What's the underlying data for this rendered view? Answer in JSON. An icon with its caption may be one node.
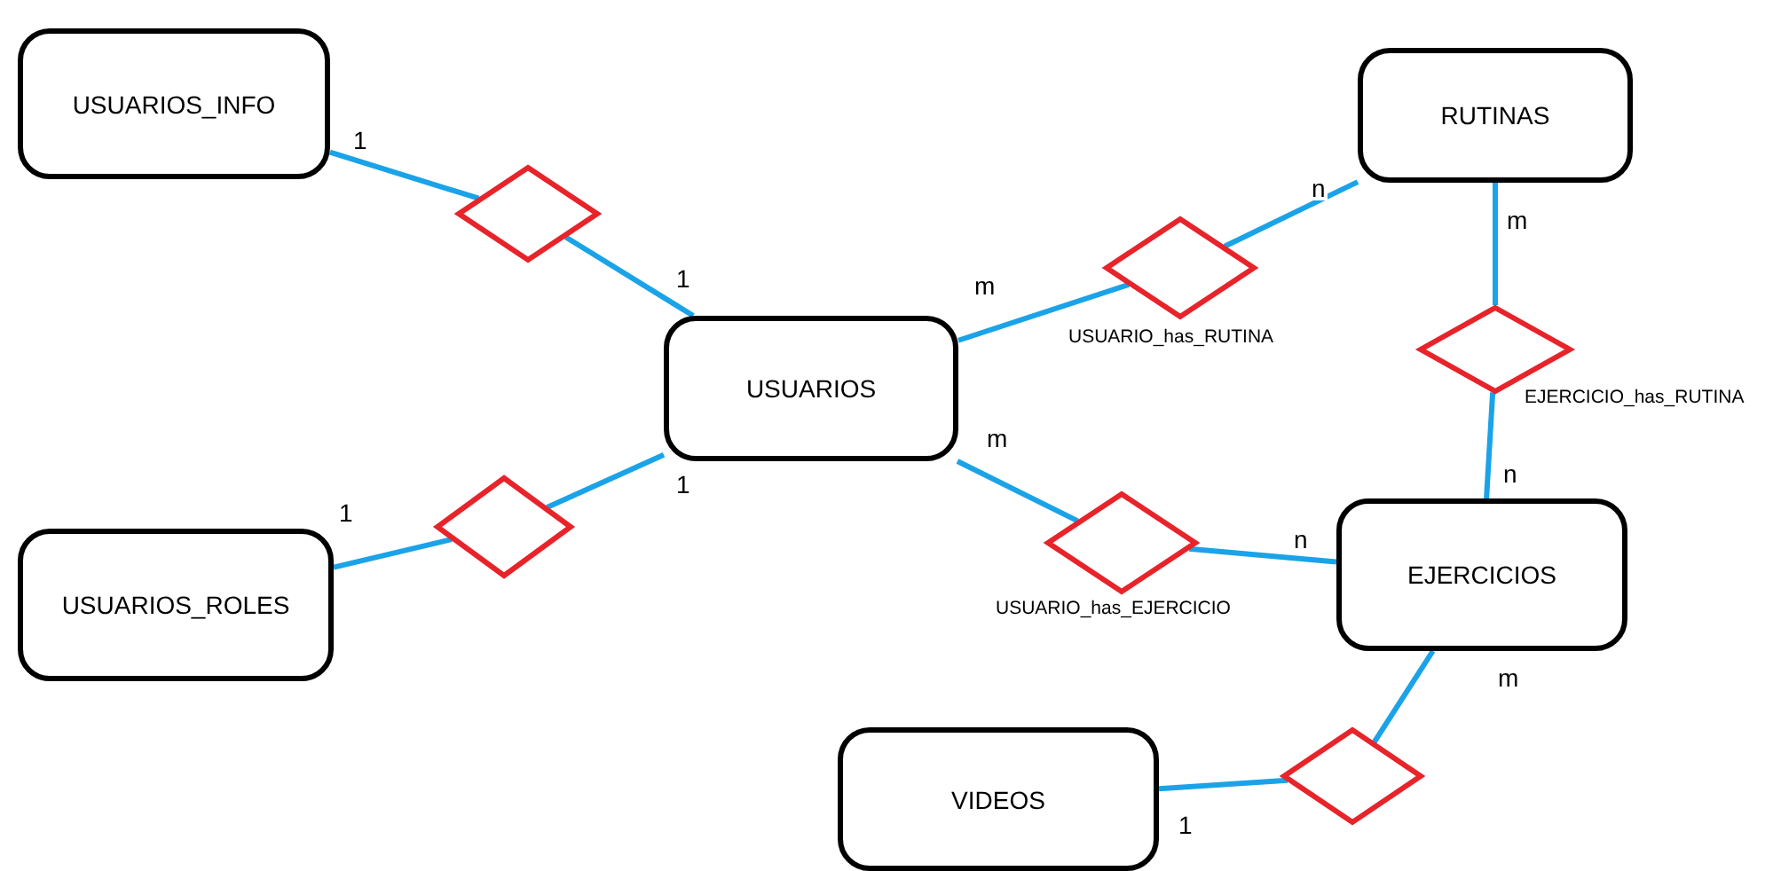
{
  "diagram": {
    "nodes": [
      {
        "text": [
          "USUARIOS_INFO"
        ]
      },
      {
        "text": [
          "USUARIOS_ROLES"
        ]
      },
      {
        "text": [
          "USUARIOS"
        ]
      },
      {
        "text": [
          "RUTINAS"
        ]
      },
      {
        "text": [
          "EJERCICIOS"
        ]
      },
      {
        "text": [
          "VIDEOS"
        ]
      },
      {
        "text": [],
        "shape": "diamond"
      },
      {
        "text": [],
        "shape": "diamond"
      },
      {
        "text": [
          "USUARIO_has_RUTINA"
        ]
      },
      {
        "text": [
          "EJERCICIO_has_RUTINA"
        ]
      },
      {
        "text": [
          "USUARIO_has_EJERCICIO"
        ]
      },
      {
        "text": [],
        "shape": "diamond"
      }
    ],
    "edges": [
      {
        "from": 0,
        "to": 6,
        "arrow": "none",
        "label": "1"
      },
      {
        "from": 6,
        "to": 2,
        "arrow": "none",
        "label": "1"
      },
      {
        "from": 1,
        "to": 7,
        "arrow": "none",
        "label": "1"
      },
      {
        "from": 7,
        "to": 2,
        "arrow": "none",
        "label": "1"
      },
      {
        "from": 2,
        "to": 8,
        "arrow": "none",
        "label": "m"
      },
      {
        "from": 8,
        "to": 3,
        "arrow": "none",
        "label": "n"
      },
      {
        "from": 3,
        "to": 9,
        "arrow": "none",
        "label": "m"
      },
      {
        "from": 9,
        "to": 4,
        "arrow": "none",
        "label": "n"
      },
      {
        "from": 2,
        "to": 10,
        "arrow": "none",
        "label": "m"
      },
      {
        "from": 10,
        "to": 4,
        "arrow": "none",
        "label": "n"
      },
      {
        "from": 4,
        "to": 11,
        "arrow": "none",
        "label": "m"
      },
      {
        "from": 11,
        "to": 5,
        "arrow": "none",
        "label": "1"
      }
    ]
  }
}
